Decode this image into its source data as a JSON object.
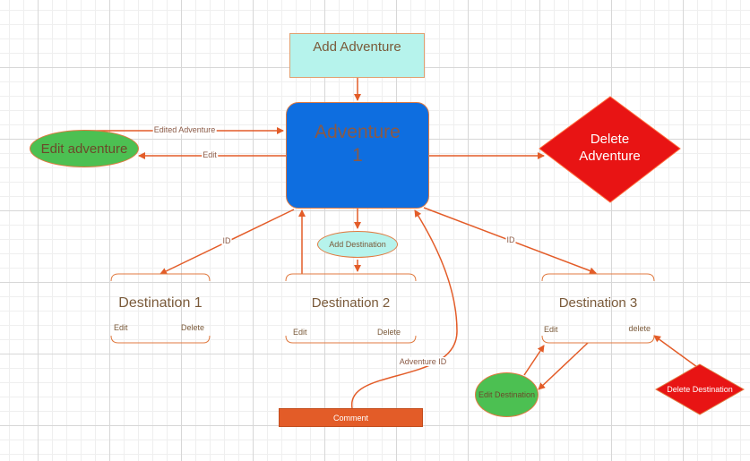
{
  "nodes": {
    "add_adventure": "Add Adventure",
    "adventure": "Adventure\n1",
    "edit_adventure": "Edit adventure",
    "delete_adventure": "Delete\nAdventure",
    "add_destination": "Add Destination",
    "destinations": [
      {
        "title": "Destination 1",
        "edit": "Edit",
        "delete": "Delete"
      },
      {
        "title": "Destination 2",
        "edit": "Edit",
        "delete": "Delete"
      },
      {
        "title": "Destination 3",
        "edit": "Edit",
        "delete": "delete"
      }
    ],
    "edit_destination": "Edit Destination",
    "delete_destination": "Delete Destination",
    "comment": "Comment"
  },
  "edge_labels": {
    "edited_adventure": "Edited Adventure",
    "edit": "Edit",
    "id_left": "ID",
    "id_right": "ID",
    "adventure_id": "Adventure ID"
  },
  "colors": {
    "edge": "#e35c28",
    "cyan_fill": "#b6f3ec",
    "adventure_fill": "#0e6ee0",
    "green_fill": "#4cc052",
    "red_fill": "#e81414",
    "comment_fill": "#e35c28"
  }
}
